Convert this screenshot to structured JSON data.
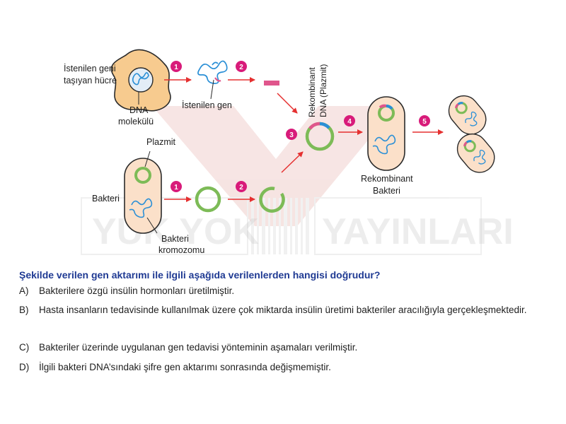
{
  "figure": {
    "labels": {
      "cell": "İstenilen geni taşıyan hücre",
      "cell_line1": "İstenilen geni",
      "cell_line2": "taşıyan hücre",
      "dna_line1": "DNA",
      "dna_line2": "molekülü",
      "desired_gene": "İstenilen gen",
      "plasmid": "Plazmit",
      "bacteria": "Bakteri",
      "chrom_line1": "Bakteri",
      "chrom_line2": "kromozomu",
      "recomb_dna_line1": "Rekombinant",
      "recomb_dna_line2": "DNA (Plazmit)",
      "recomb_bact_line1": "Rekombinant",
      "recomb_bact_line2": "Bakteri"
    },
    "steps": [
      "1",
      "2",
      "1",
      "2",
      "3",
      "4",
      "5"
    ],
    "watermark": [
      "YÜK YOK",
      "YAYINLARI"
    ],
    "colors": {
      "arrow": "#e53030",
      "step_badge": "#d81b7a",
      "dna": "#2a8fd6",
      "plasmid": "#7dbb57",
      "gene": "#e0568c",
      "cell_fill": "#f7cb8f",
      "bacteria_fill": "#fbe0c9"
    }
  },
  "question": {
    "text": "Şekilde verilen gen aktarımı ile ilgili aşağıda verilenlerden hangisi doğrudur?",
    "options": [
      {
        "letter": "A)",
        "text": "Bakterilere özgü insülin hormonları üretilmiştir."
      },
      {
        "letter": "B)",
        "text": "Hasta insanların tedavisinde kullanılmak üzere çok miktarda insülin üretimi bakteriler aracılığıyla gerçekleşmektedir."
      },
      {
        "letter": "C)",
        "text": "Bakteriler üzerinde uygulanan gen tedavisi yönteminin aşamaları verilmiştir."
      },
      {
        "letter": "D)",
        "text": "İlgili bakteri DNA’sındaki şifre gen aktarımı sonrasında değişmemiştir."
      }
    ]
  }
}
